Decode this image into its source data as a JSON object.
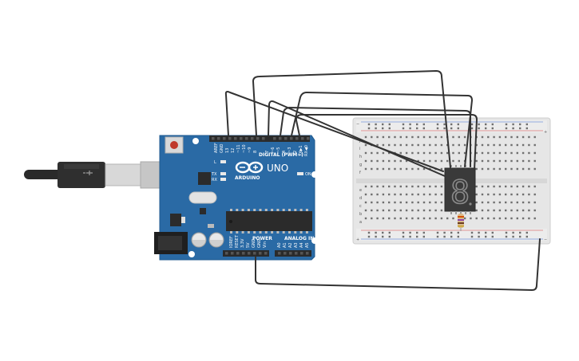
{
  "board": {
    "model_label": "UNO",
    "brand_label": "ARDUINO",
    "digital_label": "DIGITAL (PWM~)",
    "power_label": "POWER",
    "analog_label": "ANALOG IN",
    "on_label": "ON",
    "l_label": "L",
    "tx_label": "TX",
    "rx_label": "RX",
    "aref_label": "AREF",
    "gnd_label": "GND",
    "digital_pins": [
      "13",
      "12",
      "~11",
      "~10",
      "~9",
      "8",
      "7",
      "~6",
      "~5",
      "4",
      "~3",
      "2",
      "TX▶1",
      "RX◀0"
    ],
    "power_pins": [
      "IOREF",
      "RESET",
      "3.3V",
      "5V",
      "GND",
      "GND",
      "Vin"
    ],
    "analog_pins": [
      "A0",
      "A1",
      "A2",
      "A3",
      "A4",
      "A5"
    ]
  },
  "breadboard": {
    "row_letters_top": [
      "a",
      "b",
      "c",
      "d",
      "e"
    ],
    "row_letters_bottom": [
      "f",
      "g",
      "h",
      "i",
      "j"
    ],
    "plus_label": "+",
    "minus_label": "−"
  },
  "display": {
    "digit": "8"
  },
  "colors": {
    "board": "#2a6aa5",
    "header": "#2b2b2b",
    "wire": "#333333",
    "breadboard": "#e4e4e4",
    "rail_red": "#d33a3a",
    "rail_blue": "#3a6ad3"
  }
}
